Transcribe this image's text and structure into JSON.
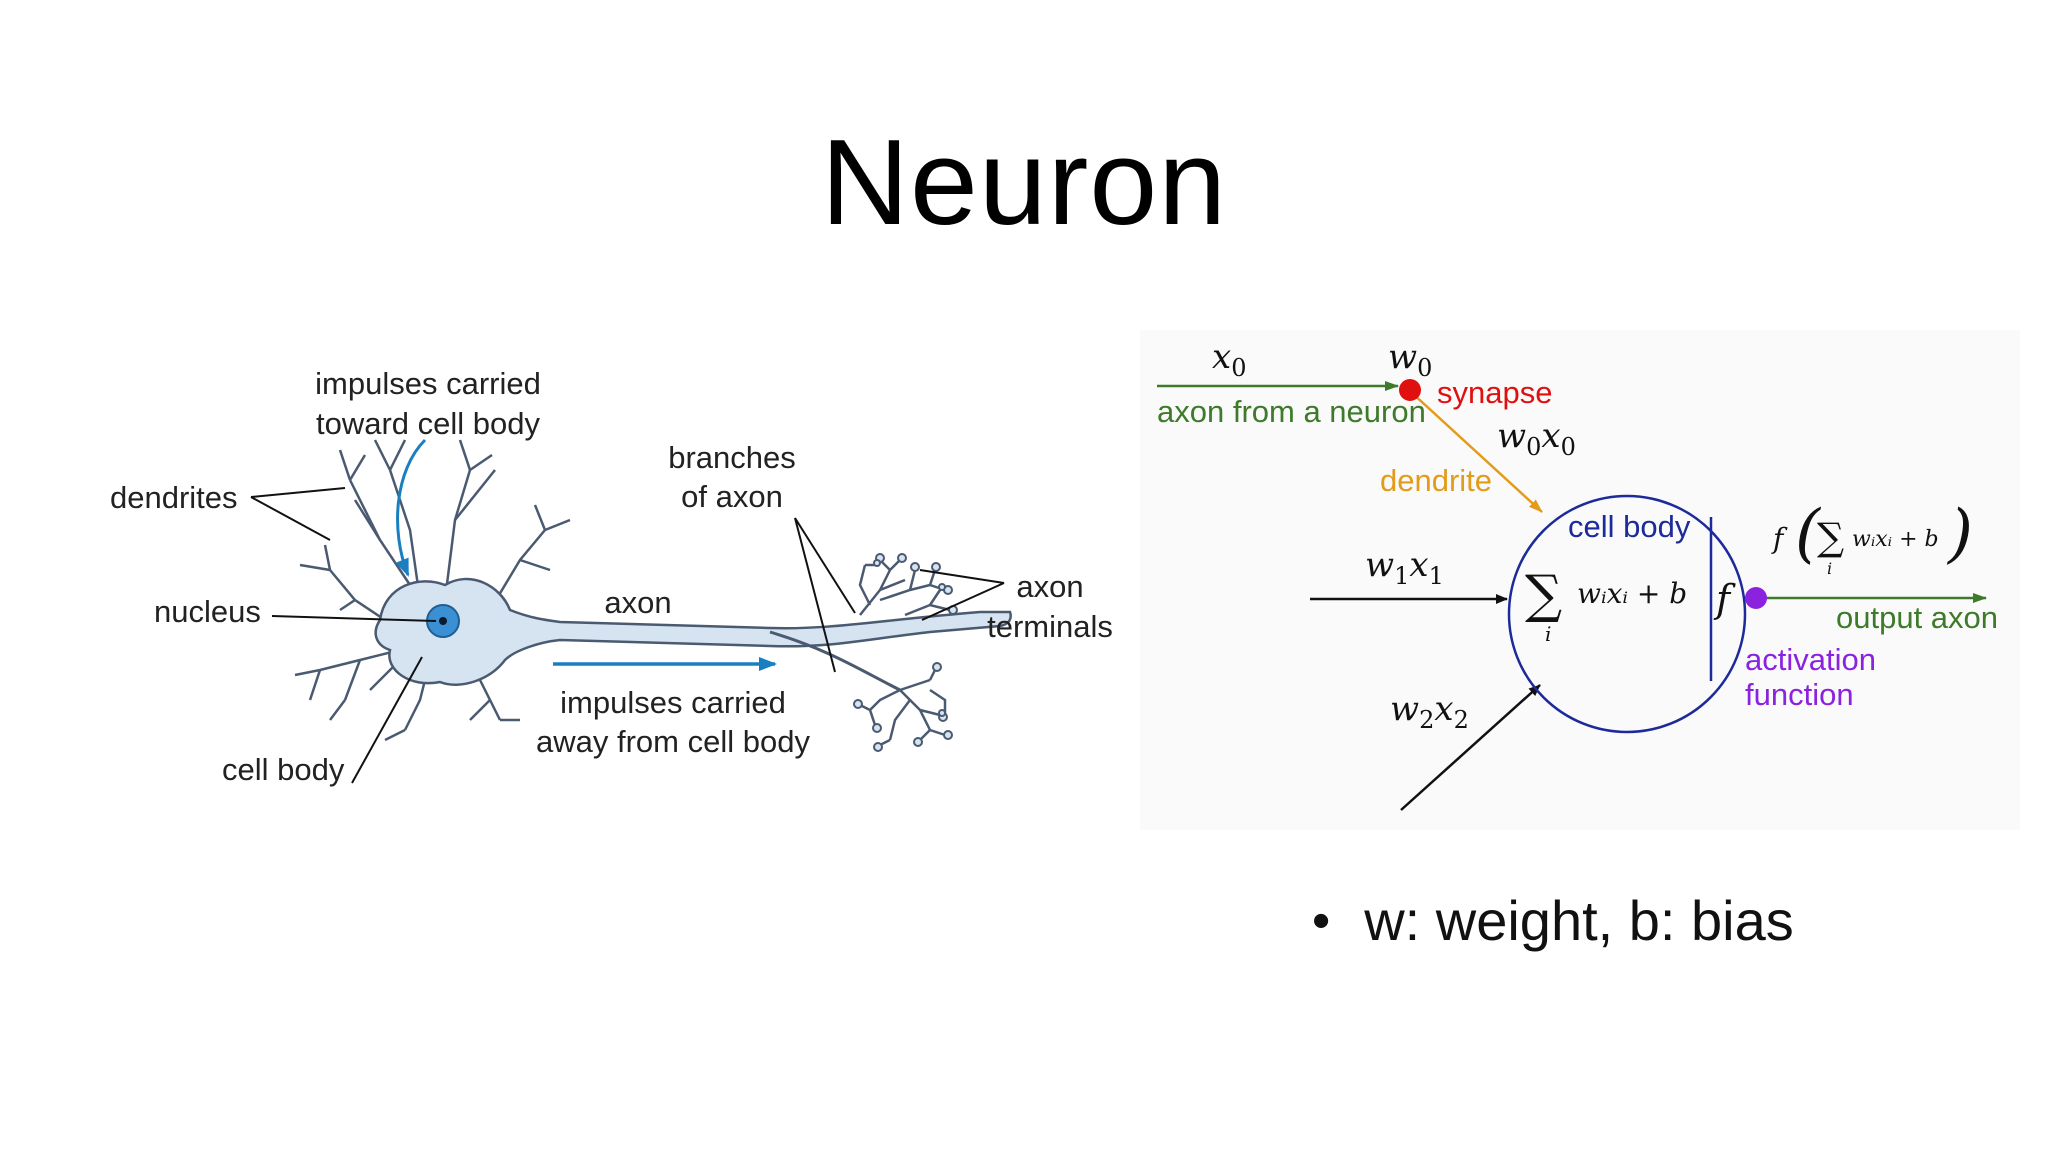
{
  "slide": {
    "title": "Neuron",
    "bullet": "w: weight, b: bias"
  },
  "biological": {
    "labels": {
      "impulses_toward_1": "impulses carried",
      "impulses_toward_2": "toward cell body",
      "dendrites": "dendrites",
      "nucleus": "nucleus",
      "cell_body": "cell body",
      "branches_1": "branches",
      "branches_2": "of axon",
      "axon": "axon",
      "terminals_1": "axon",
      "terminals_2": "terminals",
      "impulses_away_1": "impulses carried",
      "impulses_away_2": "away from cell body"
    },
    "colors": {
      "cell_fill": "#d6e4f2",
      "cell_stroke": "#4a5a70",
      "nucleus": "#3b8fd3",
      "arrow": "#1a7fc0"
    }
  },
  "model": {
    "labels": {
      "x0": "x",
      "x0_sub": "0",
      "w0": "w",
      "w0_sub": "0",
      "synapse": "synapse",
      "axon_from": "axon from a neuron",
      "w0x0_w": "w",
      "w0x0_wsub": "0",
      "w0x0_x": "x",
      "w0x0_xsub": "0",
      "dendrite": "dendrite",
      "cell_body": "cell body",
      "w1x1_w": "w",
      "w1x1_wsub": "1",
      "w1x1_x": "x",
      "w1x1_xsub": "1",
      "w2x2_w": "w",
      "w2x2_wsub": "2",
      "w2x2_x": "x",
      "w2x2_xsub": "2",
      "sum_symbol": "∑",
      "sum_index": "i",
      "sum_expr": "wᵢxᵢ + b",
      "f_symbol": "f",
      "output_f": "f",
      "output_expr": "wᵢxᵢ + b",
      "output_axon": "output axon",
      "activation_1": "activation",
      "activation_2": "function"
    },
    "colors": {
      "green": "#3d7a2a",
      "red": "#e01010",
      "orange": "#e39b1a",
      "navy": "#1c2a9a",
      "purple": "#8a22e0"
    }
  }
}
